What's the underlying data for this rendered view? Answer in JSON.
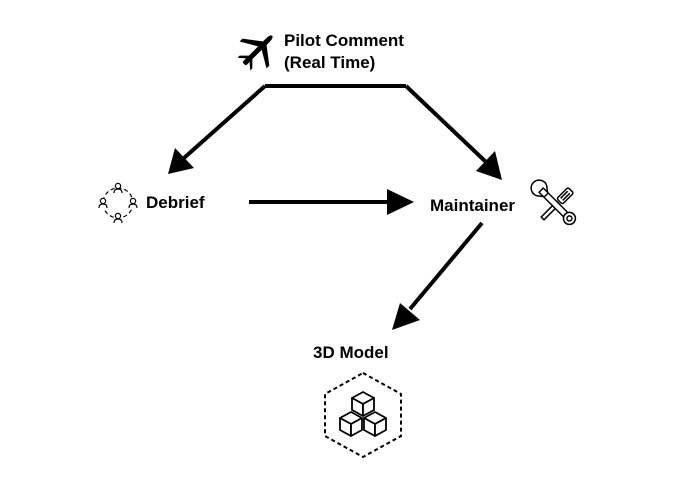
{
  "colors": {
    "ink": "#000000",
    "background": "#ffffff"
  },
  "nodes": {
    "pilot": {
      "line1": "Pilot Comment",
      "line2": "(Real Time)",
      "icon": "airplane-icon"
    },
    "debrief": {
      "label": "Debrief",
      "icon": "team-circle-icon"
    },
    "maintainer": {
      "label": "Maintainer",
      "icon": "tools-icon"
    },
    "model": {
      "label": "3D Model",
      "icon": "cubes-icon"
    }
  }
}
